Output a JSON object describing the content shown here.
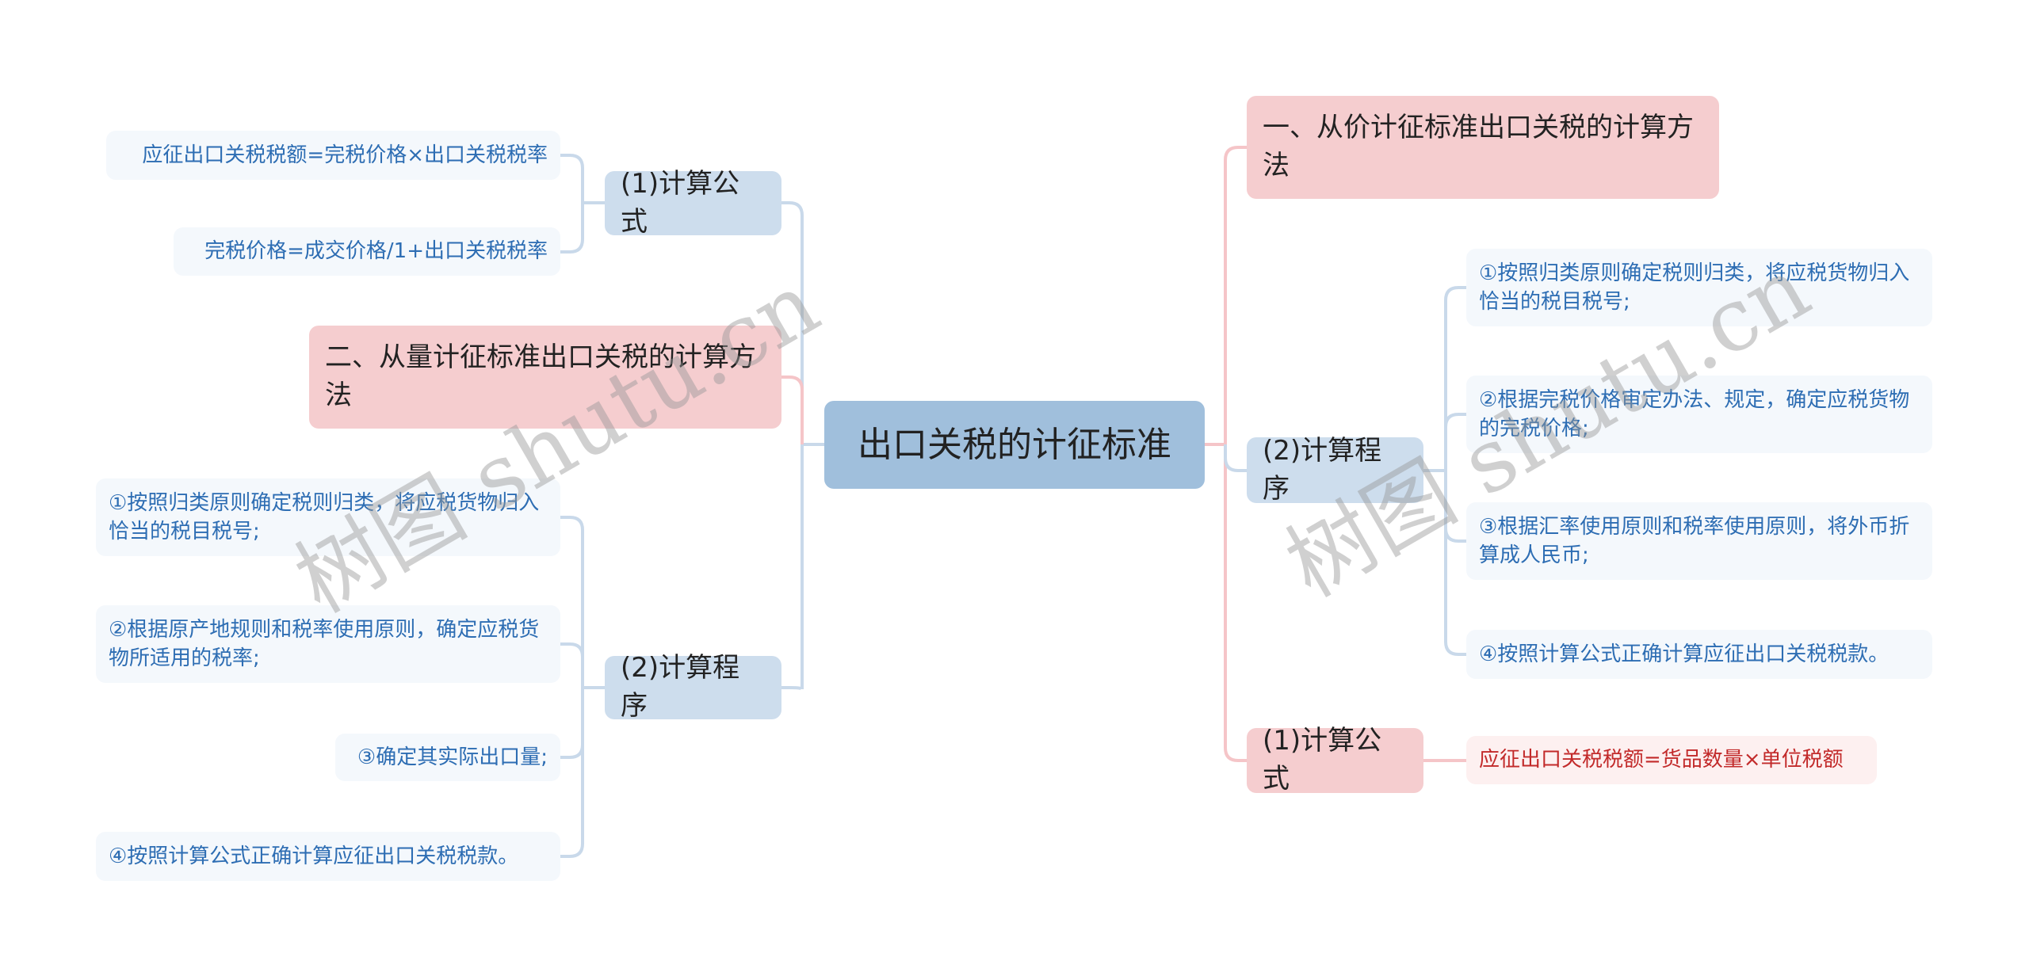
{
  "center": "出口关税的计征标准",
  "left": {
    "formula": {
      "label": "(1)计算公式",
      "leaves": [
        "应征出口关税税额=完税价格×出口关税税率",
        "完税价格=成交价格/1+出口关税税率"
      ]
    },
    "quantity_method": "二、从量计征标准出口关税的计算方法",
    "procedure": {
      "label": "(2)计算程序",
      "leaves": [
        "①按照归类原则确定税则归类，将应税货物归入恰当的税目税号;",
        "②根据原产地规则和税率使用原则，确定应税货物所适用的税率;",
        "③确定其实际出口量;",
        "④按照计算公式正确计算应征出口关税税款。"
      ]
    }
  },
  "right": {
    "value_method": "一、从价计征标准出口关税的计算方法",
    "procedure": {
      "label": "(2)计算程序",
      "leaves": [
        "①按照归类原则确定税则归类，将应税货物归入恰当的税目税号;",
        "②根据完税价格审定办法、规定，确定应税货物的完税价格;",
        "③根据汇率使用原则和税率使用原则，将外币折算成人民币;",
        "④按照计算公式正确计算应征出口关税税款。"
      ]
    },
    "formula": {
      "label": "(1)计算公式",
      "leaves": [
        "应征出口关税税额=货品数量×单位税额"
      ]
    }
  },
  "watermarks": [
    "树图 shutu.cn",
    "树图 shutu.cn"
  ],
  "colors": {
    "center": "#a0bfdc",
    "blue_node": "#cddded",
    "pink_node": "#f5cdcf",
    "leaf_text": "#2d6db3",
    "pink_leaf_text": "#c22a2a"
  }
}
